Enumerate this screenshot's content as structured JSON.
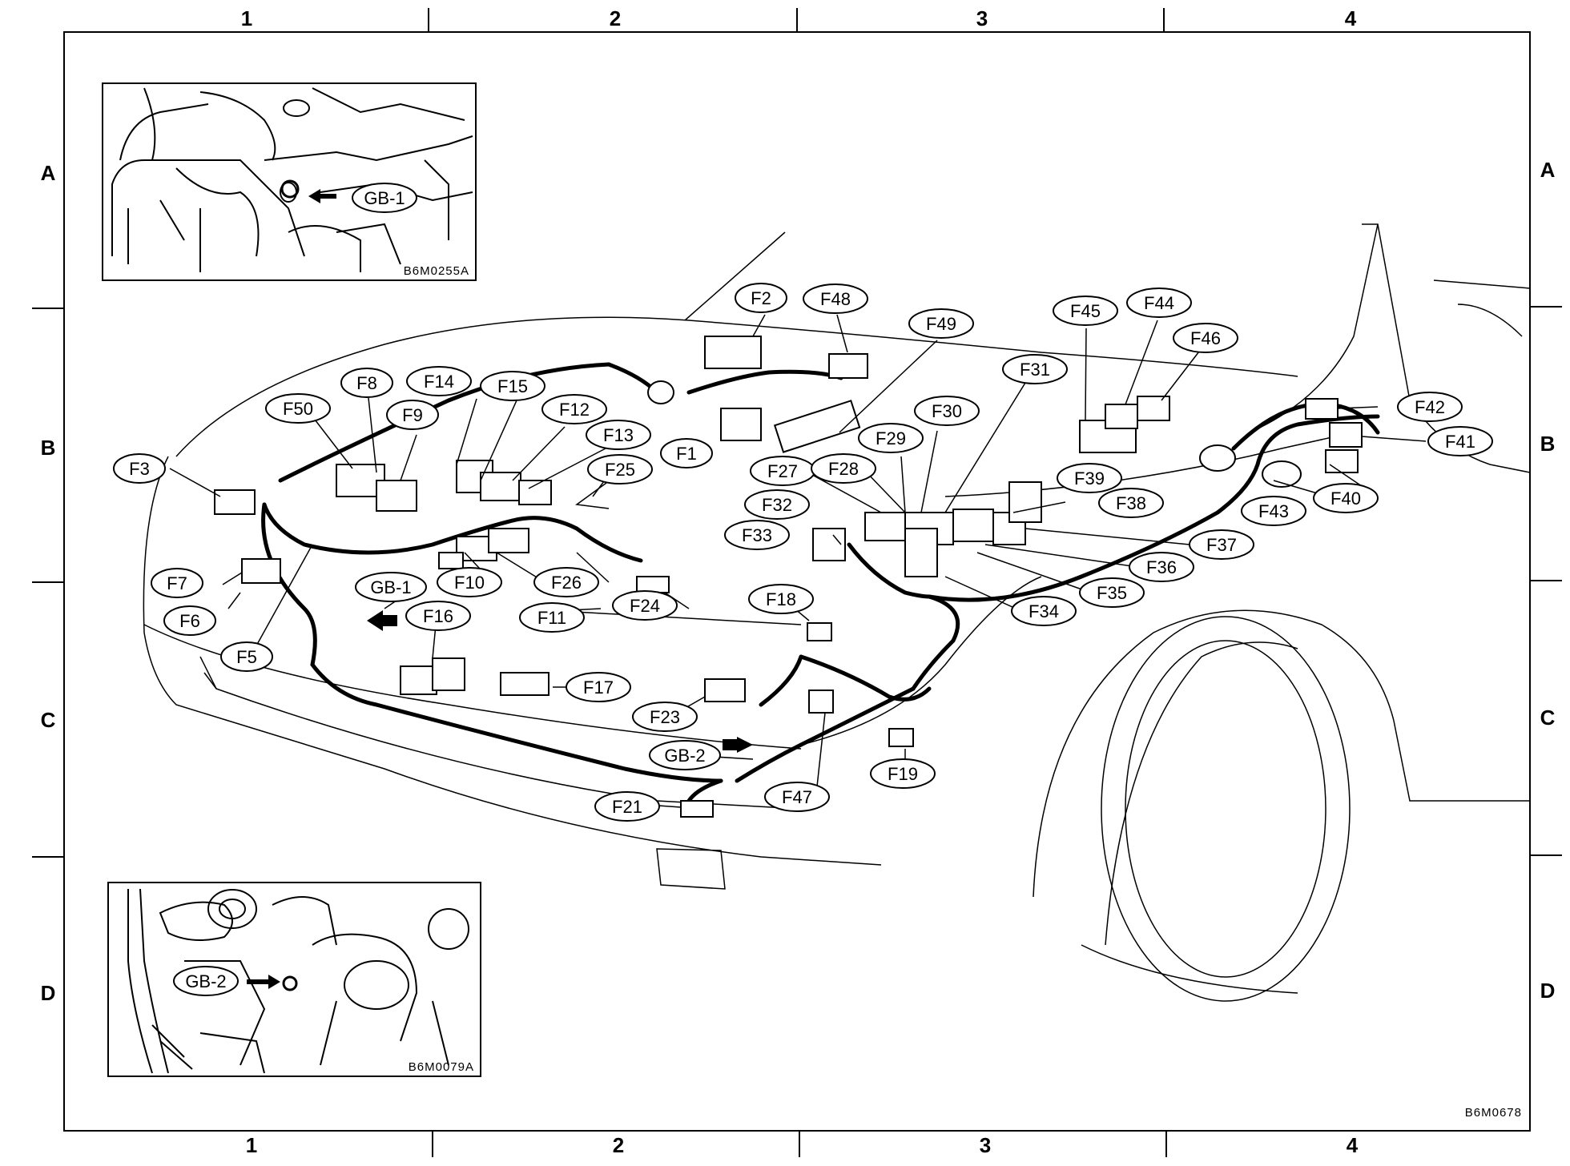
{
  "grid": {
    "columns": [
      "1",
      "2",
      "3",
      "4"
    ],
    "rows": [
      "A",
      "B",
      "C",
      "D"
    ]
  },
  "figure_code": "B6M0678",
  "inset_top": {
    "code": "B6M0255A",
    "callout": "GB-1"
  },
  "inset_bottom": {
    "code": "B6M0079A",
    "callout": "GB-2"
  },
  "callouts": [
    {
      "id": "F2"
    },
    {
      "id": "F48"
    },
    {
      "id": "F49"
    },
    {
      "id": "F45"
    },
    {
      "id": "F44"
    },
    {
      "id": "F46"
    },
    {
      "id": "F8"
    },
    {
      "id": "F14"
    },
    {
      "id": "F15"
    },
    {
      "id": "F50"
    },
    {
      "id": "F9"
    },
    {
      "id": "F12"
    },
    {
      "id": "F13"
    },
    {
      "id": "F31"
    },
    {
      "id": "F30"
    },
    {
      "id": "F29"
    },
    {
      "id": "F42"
    },
    {
      "id": "F41"
    },
    {
      "id": "F3"
    },
    {
      "id": "F1"
    },
    {
      "id": "F25"
    },
    {
      "id": "F27"
    },
    {
      "id": "F28"
    },
    {
      "id": "F39"
    },
    {
      "id": "F38"
    },
    {
      "id": "F40"
    },
    {
      "id": "F43"
    },
    {
      "id": "F32"
    },
    {
      "id": "F33"
    },
    {
      "id": "F37"
    },
    {
      "id": "F36"
    },
    {
      "id": "F7"
    },
    {
      "id": "F10"
    },
    {
      "id": "F26"
    },
    {
      "id": "GB-1"
    },
    {
      "id": "F35"
    },
    {
      "id": "F24"
    },
    {
      "id": "F34"
    },
    {
      "id": "F6"
    },
    {
      "id": "F16"
    },
    {
      "id": "F11"
    },
    {
      "id": "F18"
    },
    {
      "id": "F5"
    },
    {
      "id": "F17"
    },
    {
      "id": "F23"
    },
    {
      "id": "GB-2"
    },
    {
      "id": "F19"
    },
    {
      "id": "F47"
    },
    {
      "id": "F21"
    }
  ]
}
